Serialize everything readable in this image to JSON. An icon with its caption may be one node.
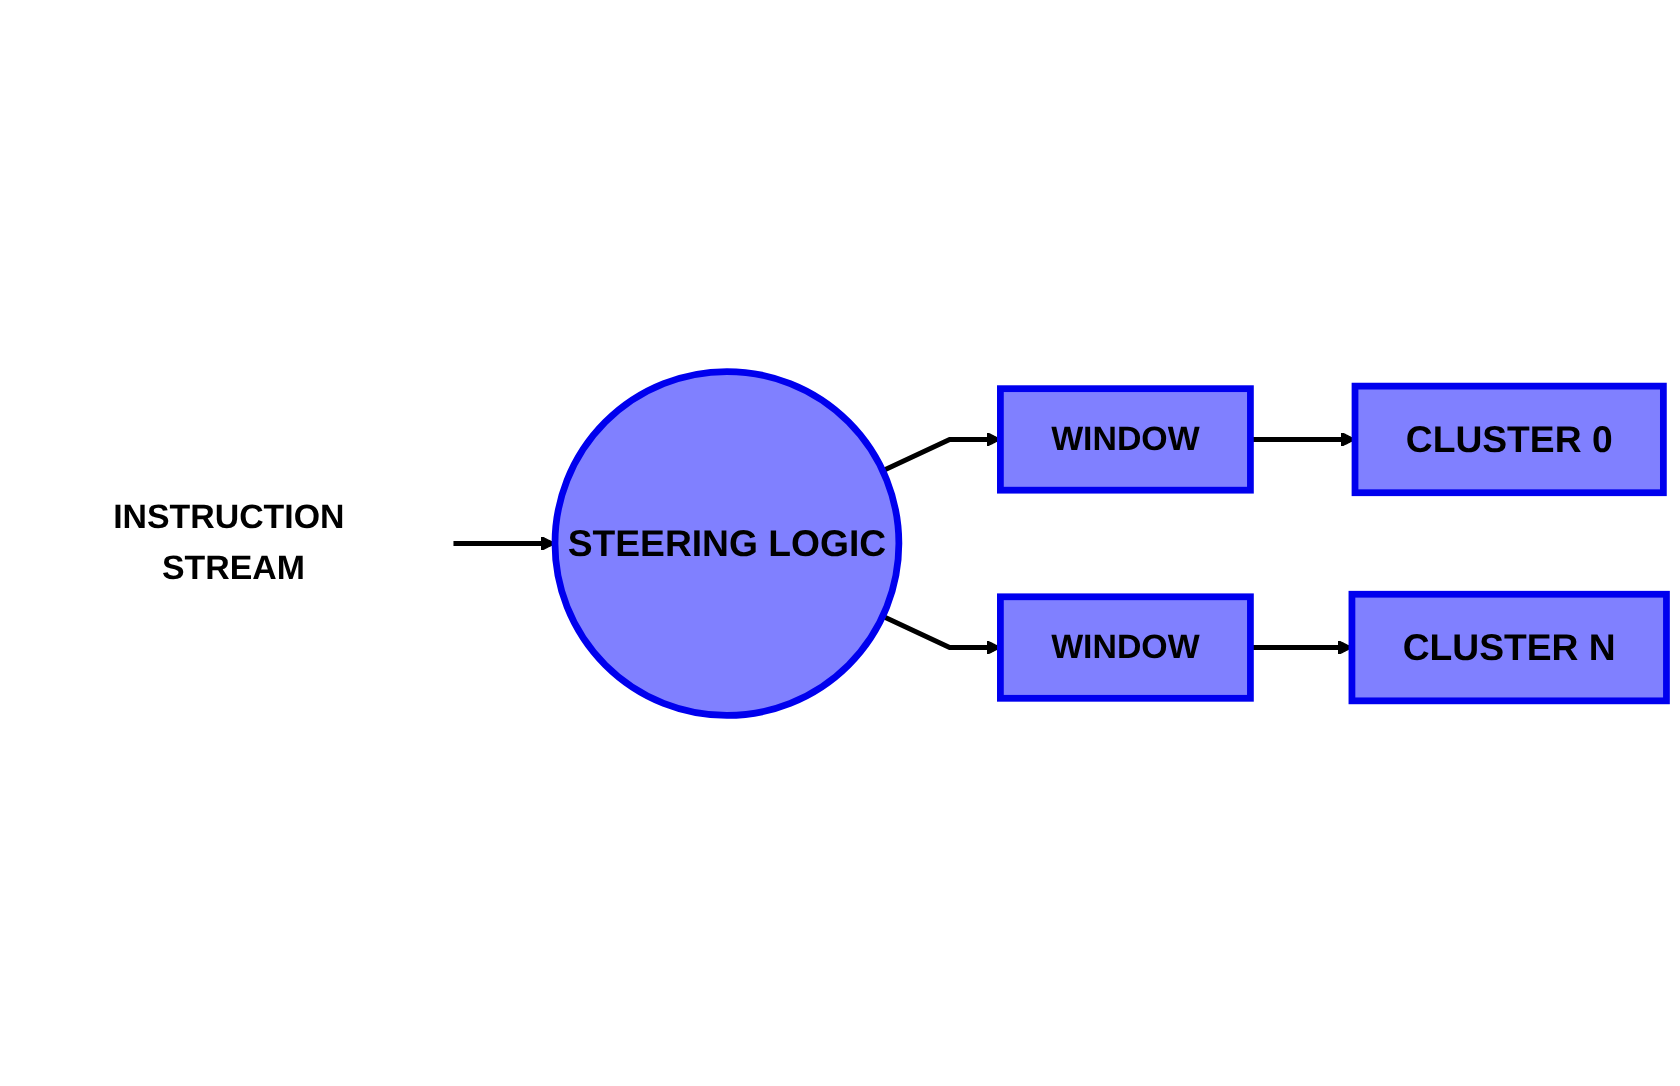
{
  "diagram": {
    "nodes": [
      {
        "text": [
          "INSTRUCTION STREAM"
        ]
      },
      {
        "text": [
          "STEERING LOGIC"
        ]
      },
      {
        "text": [
          "WINDOW"
        ]
      },
      {
        "text": [
          "WINDOW"
        ]
      },
      {
        "text": [
          "CLUSTER 0"
        ]
      },
      {
        "text": [
          "CLUSTER N"
        ]
      }
    ],
    "edges": [
      {
        "from": 0,
        "to": 1,
        "arrow": "to"
      },
      {
        "from": 1,
        "to": 2,
        "arrow": "to"
      },
      {
        "from": 1,
        "to": 3,
        "arrow": "to"
      },
      {
        "from": 2,
        "to": 4,
        "arrow": "to"
      },
      {
        "from": 3,
        "to": 5,
        "arrow": "to"
      }
    ]
  }
}
